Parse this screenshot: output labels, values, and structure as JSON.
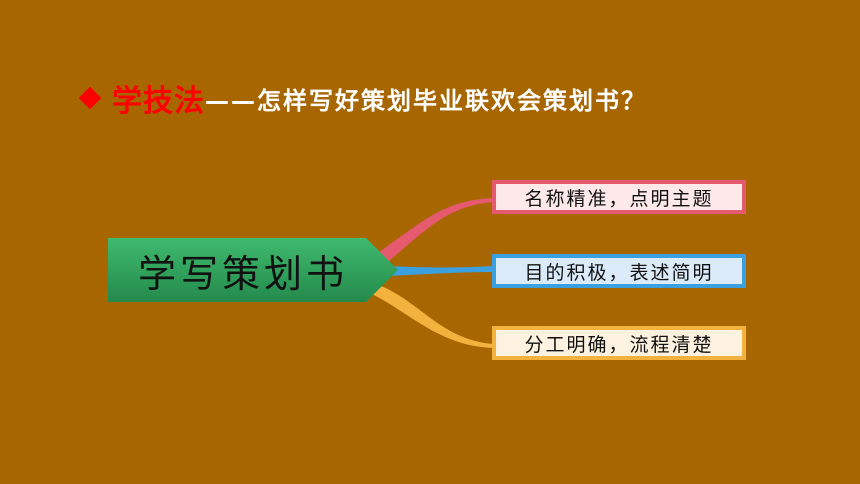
{
  "heading": {
    "strong": "学技法",
    "rest": "——怎样写好策划毕业联欢会策划书？"
  },
  "mindmap": {
    "center": "学写策划书",
    "branches": [
      {
        "label": "名称精准，点明主题",
        "color": "#e55a6f"
      },
      {
        "label": "目的积极，表述简明",
        "color": "#3aa0e0"
      },
      {
        "label": "分工明确，流程清楚",
        "color": "#f3b13d"
      }
    ],
    "center_color": "#2f9e5b",
    "background_color": "#a86600",
    "accent_color": "#ff0000"
  }
}
